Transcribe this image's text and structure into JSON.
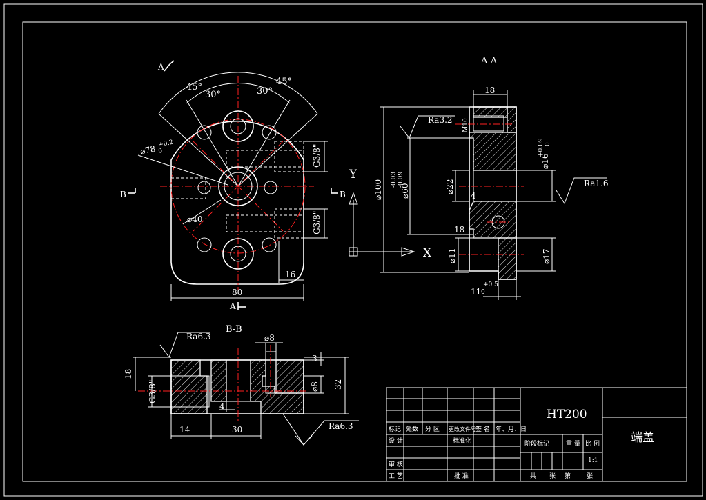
{
  "views": {
    "front": {
      "section_mark_a": "A",
      "section_mark_b_left": "B",
      "section_mark_b_right": "B",
      "section_mark_a_bottom": "A",
      "angle_45_left": "45°",
      "angle_30_left": "30°",
      "angle_30_right": "30°",
      "angle_45_right": "45°",
      "dim_bolt_circle": "⌀78",
      "dim_bolt_circle_tol": "+0.2",
      "dim_bolt_circle_tol2": "0",
      "dim_bore": "⌀40",
      "thread_top": "G3/8\"",
      "thread_bottom": "G3/8\"",
      "dim_16": "16",
      "dim_80": "80"
    },
    "section_aa": {
      "title": "A-A",
      "dim_18_top": "18",
      "roughness_top": "Ra3.2",
      "thread_m10": "M10",
      "dim_100": "⌀100",
      "dim_60": "⌀60",
      "dim_60_tol": "-0.03",
      "dim_60_tol2": "-0.09",
      "dim_22": "⌀22",
      "dim_4": "4",
      "dim_16_hole": "⌀16",
      "dim_16_tol": "+0.09",
      "dim_16_tol2": "0",
      "roughness_right": "Ra1.6",
      "dim_18_mid": "18",
      "dim_11": "⌀11",
      "dim_17": "⌀17",
      "dim_11_bottom": "11",
      "dim_11_tol": "+0.5",
      "dim_11_tol2": "0"
    },
    "axes": {
      "y_label": "Y",
      "x_label": "X"
    },
    "section_bb": {
      "title": "B-B",
      "roughness_top": "Ra6.3",
      "dim_8_top": "⌀8",
      "dim_3": "3",
      "dim_18": "18",
      "thread": "G3/8\"",
      "dim_8_side": "⌀8",
      "dim_32": "32",
      "dim_4": "4",
      "dim_14": "14",
      "dim_30": "30",
      "roughness_bottom": "Ra6.3"
    }
  },
  "title_block": {
    "material": "HT200",
    "part_name": "端盖",
    "scale": "1:1",
    "headers": [
      "标记",
      "处数",
      "分 区",
      "更改文件号",
      "签 名",
      "年、月、日"
    ],
    "design": "设 计",
    "standardize": "标准化",
    "stage_mark": "阶段标记",
    "weight": "重 量",
    "ratio": "比 例",
    "review": "审 核",
    "process": "工 艺",
    "approve": "批 准",
    "total": "共",
    "sheets": "张",
    "no": "第",
    "sheet": "张"
  },
  "colors": {
    "background": "#000000",
    "lines": "#ffffff",
    "center_lines": "#ff2020"
  }
}
